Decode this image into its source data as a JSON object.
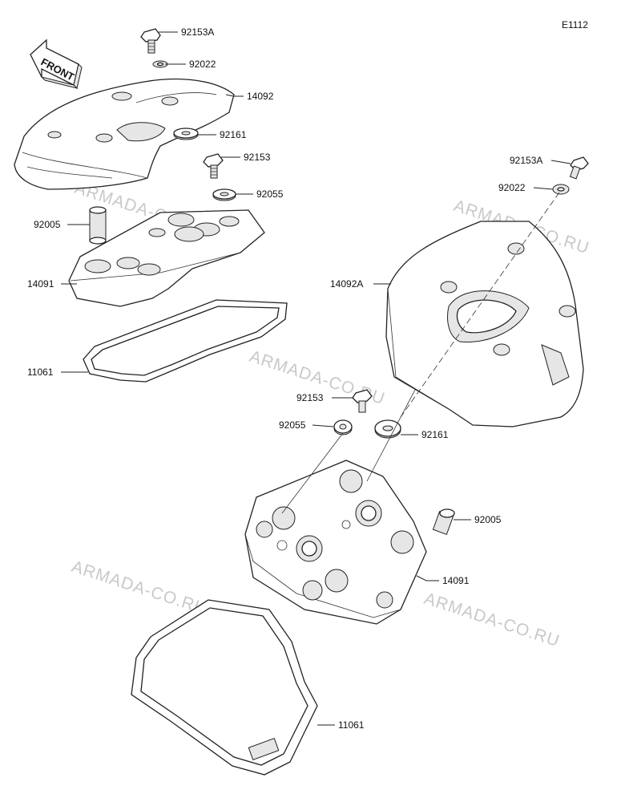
{
  "diagram_code": "E1112",
  "front_label": "FRONT",
  "watermark": "ARMADA-CO.RU",
  "labels": {
    "upper_bolt_a": "92153A",
    "upper_washer_a": "92022",
    "upper_cover": "14092",
    "upper_grommet": "92161",
    "upper_bolt": "92153",
    "upper_washer": "92055",
    "upper_bushing": "92005",
    "upper_head_cover": "14091",
    "upper_gasket": "11061",
    "right_bolt_a": "92153A",
    "right_washer_a": "92022",
    "right_cover": "14092A",
    "lower_bolt": "92153",
    "lower_washer": "92055",
    "lower_grommet": "92161",
    "lower_bushing": "92005",
    "lower_head_cover": "14091",
    "lower_gasket": "11061"
  }
}
